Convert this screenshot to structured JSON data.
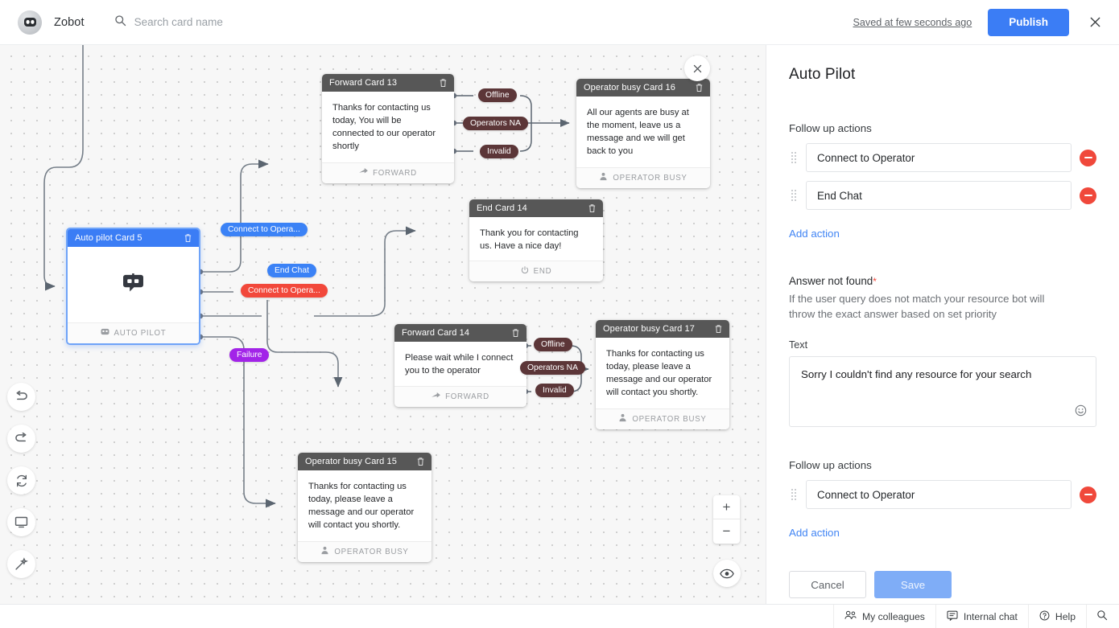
{
  "topbar": {
    "bot_name": "Zobot",
    "avatar_icon": "robot-avatar-icon",
    "search_icon": "search-icon",
    "search_placeholder": "Search card name",
    "search_value": "",
    "saved_status": "Saved at few seconds ago",
    "publish_label": "Publish",
    "close_icon": "close-icon"
  },
  "canvas": {
    "close_icon": "close-icon",
    "zoom_in_label": "+",
    "zoom_out_label": "−",
    "eye_icon": "eye-icon",
    "tools": [
      {
        "name": "undo-icon"
      },
      {
        "name": "redo-icon"
      },
      {
        "name": "refresh-icon"
      },
      {
        "name": "preview-monitor-icon"
      },
      {
        "name": "magic-wand-icon"
      }
    ],
    "nodes": [
      {
        "id": "forward-card-13",
        "title": "Forward Card 13",
        "body": "Thanks for contacting us today, You will be connected to our operator shortly",
        "footer": "FORWARD",
        "footer_icon": "forward-arrow-icon",
        "trash_icon": "trash-icon"
      },
      {
        "id": "operator-busy-card-16",
        "title": "Operator busy Card 16",
        "body": "All our agents are busy at the moment, leave us a message and we will get back to you",
        "footer": "OPERATOR BUSY",
        "footer_icon": "operator-busy-icon",
        "trash_icon": "trash-icon"
      },
      {
        "id": "end-card-14",
        "title": "End Card 14",
        "body": "Thank you for contacting us. Have a nice day!",
        "footer": "END",
        "footer_icon": "power-icon",
        "trash_icon": "trash-icon"
      },
      {
        "id": "auto-pilot-card-5",
        "title": "Auto pilot Card 5",
        "body": "",
        "footer": "AUTO PILOT",
        "footer_icon": "robot-icon",
        "trash_icon": "trash-icon"
      },
      {
        "id": "forward-card-14",
        "title": "Forward Card 14",
        "body": "Please wait while I connect you to the operator",
        "footer": "FORWARD",
        "footer_icon": "forward-arrow-icon",
        "trash_icon": "trash-icon"
      },
      {
        "id": "operator-busy-card-17",
        "title": "Operator busy Card 17",
        "body": "Thanks for contacting us today, please leave a message and our operator will contact you shortly.",
        "footer": "OPERATOR BUSY",
        "footer_icon": "operator-busy-icon",
        "trash_icon": "trash-icon"
      },
      {
        "id": "operator-busy-card-15",
        "title": "Operator busy Card 15",
        "body": "Thanks for contacting us today, please leave a message and our operator will contact you shortly.",
        "footer": "OPERATOR BUSY",
        "footer_icon": "operator-busy-icon",
        "trash_icon": "trash-icon"
      }
    ],
    "edge_labels": [
      {
        "id": "offline-13",
        "text": "Offline",
        "color": "#5c3638"
      },
      {
        "id": "operators-na-13",
        "text": "Operators NA",
        "color": "#5c3638"
      },
      {
        "id": "invalid-13",
        "text": "Invalid",
        "color": "#5c3638"
      },
      {
        "id": "connect-to-operator-top",
        "text": "Connect to Opera...",
        "color": "#3b82f6"
      },
      {
        "id": "end-chat",
        "text": "End Chat",
        "color": "#3b82f6"
      },
      {
        "id": "connect-to-operator-red",
        "text": "Connect to Opera...",
        "color": "#f2483b"
      },
      {
        "id": "failure",
        "text": "Failure",
        "color": "#a224e8"
      },
      {
        "id": "offline-14",
        "text": "Offline",
        "color": "#5c3638"
      },
      {
        "id": "operators-na-14",
        "text": "Operators NA",
        "color": "#5c3638"
      },
      {
        "id": "invalid-14",
        "text": "Invalid",
        "color": "#5c3638"
      }
    ]
  },
  "panel": {
    "title": "Auto Pilot",
    "follow_up_label_1": "Follow up actions",
    "actions_1": [
      {
        "value": "Connect to Operator",
        "remove_icon": "remove-circle-icon",
        "drag_icon": "drag-handle-icon"
      },
      {
        "value": "End Chat",
        "remove_icon": "remove-circle-icon",
        "drag_icon": "drag-handle-icon"
      }
    ],
    "add_action_1": "Add action",
    "answer_not_found_label": "Answer not found",
    "required_mark": "*",
    "answer_not_found_help": "If the user query does not match your resource bot will throw the exact answer based on set priority",
    "text_label": "Text",
    "text_value": "Sorry I couldn't find any resource for your search",
    "emoji_icon": "emoji-smiley-icon",
    "follow_up_label_2": "Follow up actions",
    "actions_2": [
      {
        "value": "Connect to Operator",
        "remove_icon": "remove-circle-icon",
        "drag_icon": "drag-handle-icon"
      }
    ],
    "add_action_2": "Add action",
    "cancel_label": "Cancel",
    "save_label": "Save"
  },
  "bottombar": {
    "items": [
      {
        "label": "My colleagues",
        "icon": "colleagues-icon"
      },
      {
        "label": "Internal chat",
        "icon": "chat-bubble-icon"
      },
      {
        "label": "Help",
        "icon": "help-circle-icon"
      }
    ],
    "search_icon": "search-icon"
  },
  "colors": {
    "accent_blue": "#3b7df5",
    "danger_red": "#f0483b",
    "purple": "#a224e8",
    "node_header": "#575757",
    "maroon": "#5c3638"
  }
}
